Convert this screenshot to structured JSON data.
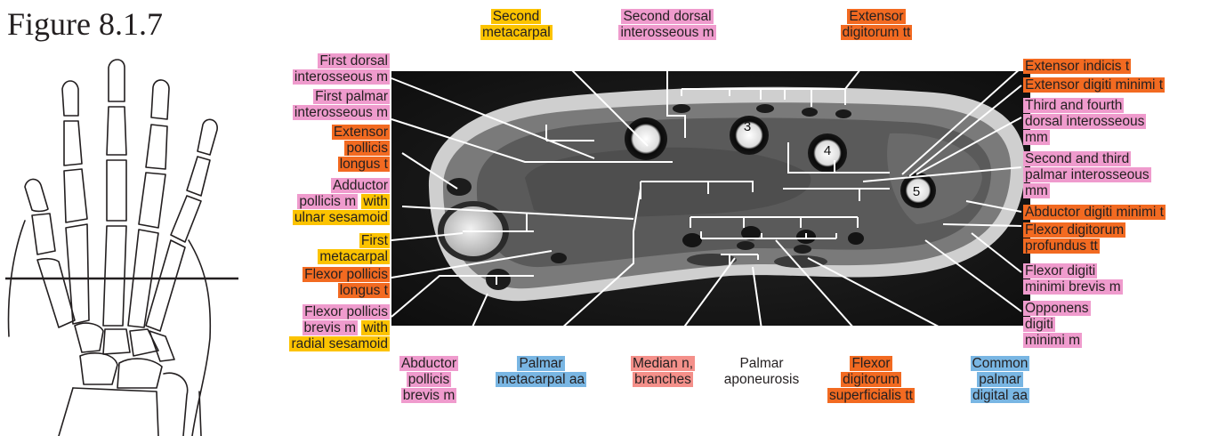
{
  "figure_title": "Figure 8.1.7",
  "colors": {
    "muscle": "#ef9bcd",
    "tendon": "#f26a21",
    "bone": "#fcc300",
    "artery": "#79b6e3",
    "nerve": "#f4908a"
  },
  "mri_numbers": [
    "3",
    "4",
    "5"
  ],
  "labels": {
    "second_metacarpal": [
      "Second",
      "metacarpal"
    ],
    "second_dorsal_interosseous": [
      "Second dorsal",
      "interosseous m"
    ],
    "extensor_digitorum": [
      "Extensor",
      "digitorum tt"
    ],
    "first_dorsal_interosseous": [
      "First dorsal",
      "interosseous m"
    ],
    "first_palmar_interosseous": [
      "First palmar",
      "interosseous m"
    ],
    "extensor_pollicis_longus": [
      "Extensor",
      "pollicis",
      "longus t"
    ],
    "adductor_pollicis": [
      "Adductor",
      "pollicis m",
      "with",
      "ulnar sesamoid"
    ],
    "first_metacarpal": [
      "First",
      "metacarpal"
    ],
    "flexor_pollicis_longus": [
      "Flexor pollicis",
      "longus t"
    ],
    "flexor_pollicis_brevis": [
      "Flexor pollicis",
      "brevis m",
      "with",
      "radial sesamoid"
    ],
    "extensor_indicis": [
      "Extensor indicis t"
    ],
    "extensor_digiti_minimi": [
      "Extensor digiti minimi t"
    ],
    "third_fourth_dorsal_interosseous": [
      "Third and fourth",
      "dorsal interosseous",
      "mm"
    ],
    "second_third_palmar_interosseous": [
      "Second and third",
      "palmar interosseous",
      "mm"
    ],
    "abductor_digiti_minimi": [
      "Abductor digiti minimi t"
    ],
    "flexor_digitorum_profundus": [
      "Flexor digitorum",
      "profundus tt"
    ],
    "flexor_digiti_minimi_brevis": [
      "Flexor digiti",
      "minimi brevis m"
    ],
    "opponens_digiti_minimi": [
      "Opponens",
      "digiti",
      "minimi m"
    ],
    "abductor_pollicis_brevis": [
      "Abductor",
      "pollicis",
      "brevis m"
    ],
    "palmar_metacarpal": [
      "Palmar",
      "metacarpal aa"
    ],
    "median_nerve": [
      "Median n,",
      "branches"
    ],
    "palmar_aponeurosis": [
      "Palmar",
      "aponeurosis"
    ],
    "flexor_digitorum_superficialis": [
      "Flexor",
      "digitorum",
      "superficialis tt"
    ],
    "common_palmar_digital": [
      "Common",
      "palmar",
      "digital aa"
    ]
  }
}
